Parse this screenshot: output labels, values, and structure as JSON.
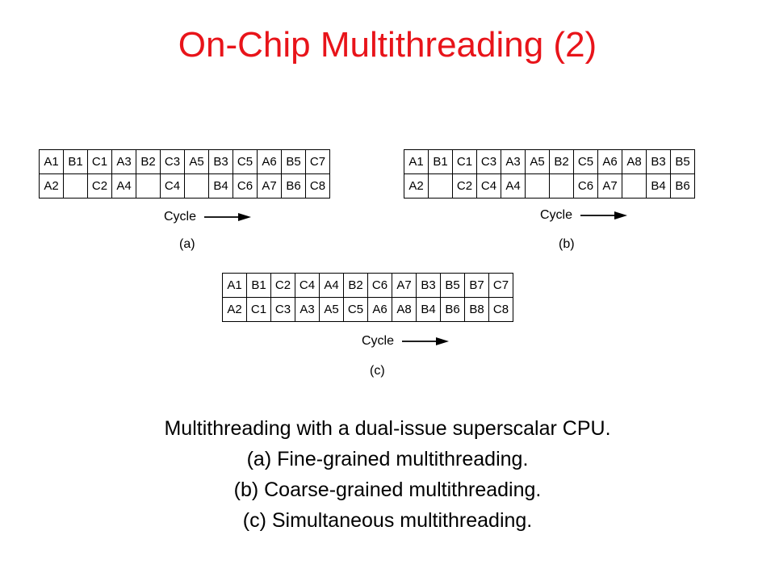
{
  "title": "On-Chip Multithreading (2)",
  "diagrams": [
    {
      "id": "a",
      "row1": [
        "A1",
        "B1",
        "C1",
        "A3",
        "B2",
        "C3",
        "A5",
        "B3",
        "C5",
        "A6",
        "B5",
        "C7"
      ],
      "row2": [
        "A2",
        "",
        "C2",
        "A4",
        "",
        "C4",
        "",
        "B4",
        "C6",
        "A7",
        "B6",
        "C8"
      ],
      "cycle_label": "Cycle",
      "sublabel": "(a)"
    },
    {
      "id": "b",
      "row1": [
        "A1",
        "B1",
        "C1",
        "C3",
        "A3",
        "A5",
        "B2",
        "C5",
        "A6",
        "A8",
        "B3",
        "B5"
      ],
      "row2": [
        "A2",
        "",
        "C2",
        "C4",
        "A4",
        "",
        "",
        "C6",
        "A7",
        "",
        "B4",
        "B6"
      ],
      "cycle_label": "Cycle",
      "sublabel": "(b)"
    },
    {
      "id": "c",
      "row1": [
        "A1",
        "B1",
        "C2",
        "C4",
        "A4",
        "B2",
        "C6",
        "A7",
        "B3",
        "B5",
        "B7",
        "C7"
      ],
      "row2": [
        "A2",
        "C1",
        "C3",
        "A3",
        "A5",
        "C5",
        "A6",
        "A8",
        "B4",
        "B6",
        "B8",
        "C8"
      ],
      "cycle_label": "Cycle",
      "sublabel": "(c)"
    }
  ],
  "caption": [
    "Multithreading with a dual-issue superscalar CPU.",
    "(a) Fine-grained multithreading.",
    "(b) Coarse-grained multithreading.",
    "(c) Simultaneous multithreading."
  ]
}
